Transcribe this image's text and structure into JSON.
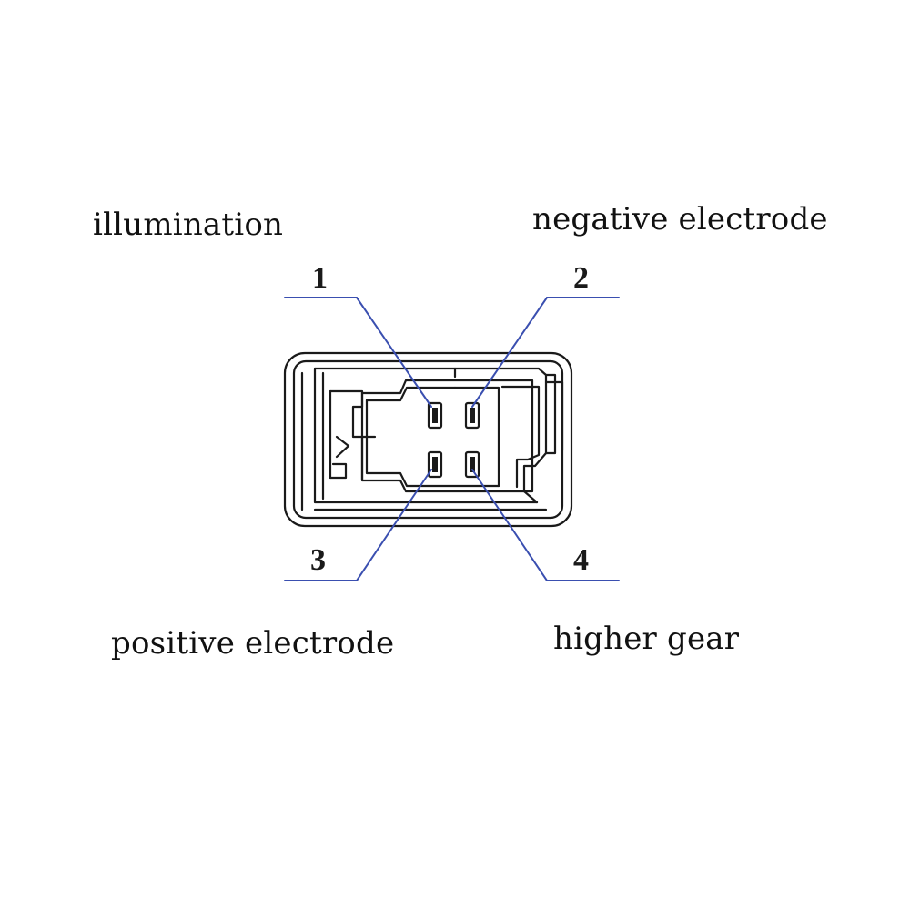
{
  "labels": {
    "pin1": "illumination",
    "pin2": "negative electrode",
    "pin3": "positive electrode",
    "pin4": "higher gear"
  },
  "pins": {
    "pin1": "1",
    "pin2": "2",
    "pin3": "3",
    "pin4": "4"
  },
  "colors": {
    "leader_line": "#3a4fb0",
    "outline": "#1a1a1a",
    "background": "#ffffff"
  }
}
